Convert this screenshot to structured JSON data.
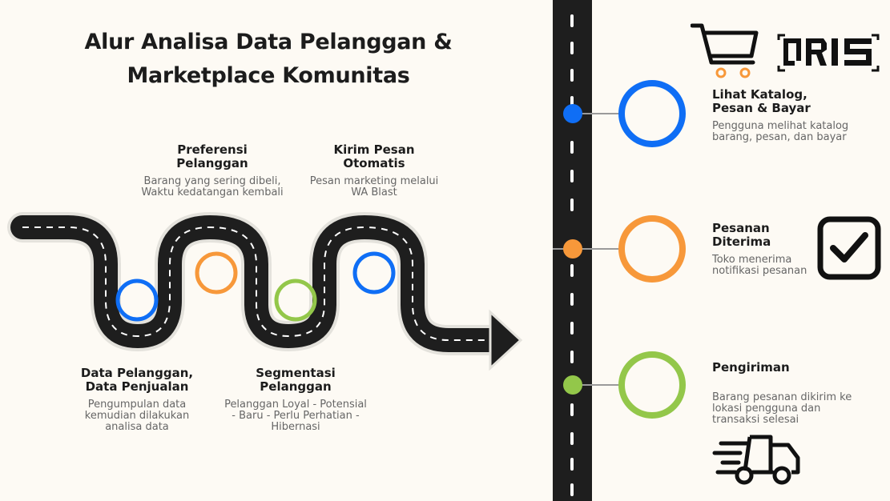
{
  "title_line1": "Alur Analisa Data Pelanggan &",
  "title_line2": "Marketplace Komunitas",
  "steps": [
    {
      "title": [
        "Data Pelanggan,",
        "Data Penjualan"
      ],
      "desc": [
        "Pengumpulan data",
        "kemudian dilakukan",
        "analisa data"
      ],
      "color": "#0f6ef5"
    },
    {
      "title": [
        "Preferensi",
        "Pelanggan"
      ],
      "desc": [
        "Barang yang sering dibeli,",
        "Waktu kedatangan kembali"
      ],
      "color": "#f7983a"
    },
    {
      "title": [
        "Segmentasi",
        "Pelanggan"
      ],
      "desc": [
        "Pelanggan Loyal - Potensial",
        "- Baru - Perlu Perhatian -",
        "Hibernasi"
      ],
      "color": "#93c74a"
    },
    {
      "title": [
        "Kirim Pesan",
        "Otomatis"
      ],
      "desc": [
        "Pesan marketing melalui",
        "WA Blast"
      ],
      "color": "#0f6ef5"
    }
  ],
  "right_steps": [
    {
      "title": [
        "Lihat Katalog,",
        "Pesan & Bayar"
      ],
      "desc": [
        "Pengguna melihat katalog",
        "barang, pesan, dan bayar"
      ],
      "color": "#0f6ef5",
      "icon": "cart-icon"
    },
    {
      "title": [
        "Pesanan",
        "Diterima"
      ],
      "desc": [
        "Toko menerima",
        "notifikasi pesanan"
      ],
      "color": "#f7983a",
      "icon": "checkbox-icon"
    },
    {
      "title": [
        "Pengiriman"
      ],
      "desc": [
        "Barang pesanan dikirim ke",
        "lokasi pengguna dan",
        "transaksi selesai"
      ],
      "color": "#93c74a",
      "icon": "delivery-truck-icon"
    }
  ],
  "qris_logo": "QRIS",
  "colors": {
    "road": "#1e1e1e",
    "background": "#fdfaf4",
    "blue": "#0f6ef5",
    "orange": "#f7983a",
    "green": "#93c74a"
  }
}
